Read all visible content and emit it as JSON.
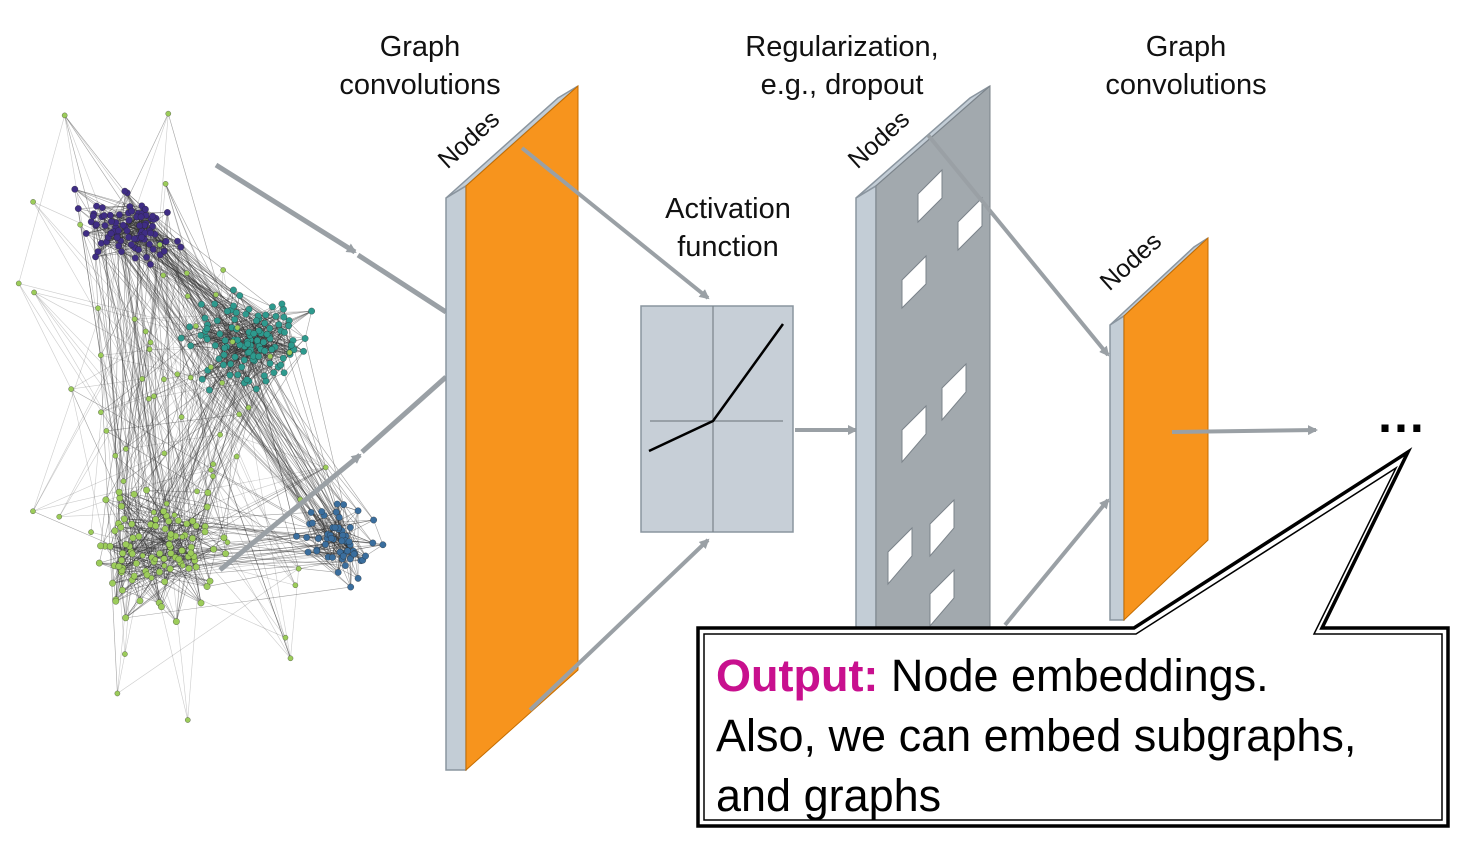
{
  "labels": {
    "graph_conv_1_line1": "Graph",
    "graph_conv_1_line2": "convolutions",
    "regularization_line1": "Regularization,",
    "regularization_line2": "e.g., dropout",
    "graph_conv_2_line1": "Graph",
    "graph_conv_2_line2": "convolutions",
    "activation_line1": "Activation",
    "activation_line2": "function",
    "nodes_1": "Nodes",
    "nodes_2": "Nodes",
    "nodes_3": "Nodes",
    "ellipsis": "…"
  },
  "callout": {
    "key": "Output:",
    "line1_rest": " Node embeddings.",
    "line2": "Also, we can embed subgraphs,",
    "line3": "and graphs"
  },
  "colors": {
    "orange": "#f7941d",
    "panel_side": "#c3cdd6",
    "dropout_panel": "#a2a9ae",
    "activation_box": "#c7cfd7",
    "arrow": "#9aa0a5",
    "accent": "#c8108e",
    "cluster_purple": "#3f2d85",
    "cluster_teal": "#2e9a8e",
    "cluster_blue": "#3a6e9e",
    "cluster_green": "#9ccc5a",
    "edge": "#333333"
  },
  "icons": [
    "graph-network-icon",
    "relu-plot-icon"
  ]
}
